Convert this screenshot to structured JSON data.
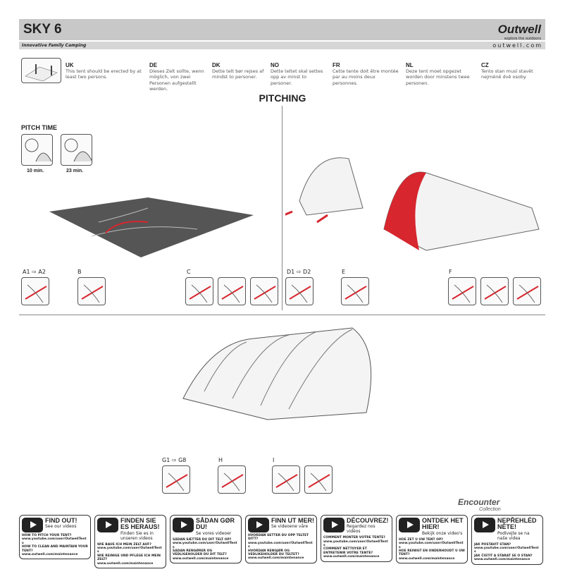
{
  "header": {
    "title": "SKY 6",
    "brand": "Outwell",
    "brand_tagline": "explore the outdoors",
    "subtitle": "Innovative Family Camping",
    "website": "outwell.com"
  },
  "languages": [
    {
      "code": "UK",
      "text": "This tent should be erected by at least two persons."
    },
    {
      "code": "DE",
      "text": "Dieses Zelt sollte, wenn möglich, von zwei Personen aufgestellt werden."
    },
    {
      "code": "DK",
      "text": "Dette telt bør rejses af mindst to personer."
    },
    {
      "code": "NO",
      "text": "Dette teltet skal settes opp av minst to personer."
    },
    {
      "code": "FR",
      "text": "Cette tente doit être montée par au moins deux personnes."
    },
    {
      "code": "NL",
      "text": "Deze tent moet opgezet worden door minstens twee personen."
    },
    {
      "code": "CZ",
      "text": "Tento stan musí stavět nejméně dvě osoby"
    }
  ],
  "pitching": {
    "title": "PITCHING",
    "pitch_time_label": "PITCH TIME",
    "times": [
      "10 min.",
      "23 min."
    ],
    "steps_left": [
      "A1 ⇨ A2",
      "B",
      "C"
    ],
    "steps_right": [
      "D1 ⇨ D2",
      "E",
      "F"
    ],
    "steps_bottom": [
      "G1 ⇨ G8",
      "H",
      "I"
    ]
  },
  "accent_color": "#d7262e",
  "collection": {
    "name": "Encounter",
    "sub": "Collection"
  },
  "videos": [
    {
      "title": "FIND OUT!",
      "sub": "See our videos",
      "q1": "HOW TO PITCH YOUR TENT?",
      "u1": "www.youtube.com/user/OutwellTents",
      "q2": "HOW TO CLEAN AND MAINTAIN YOUR TENT?",
      "u2": "www.outwell.com/maintenance"
    },
    {
      "title": "FINDEN SIE ES HERAUS!",
      "sub": "Finden Sie es in unseren videos",
      "q1": "WIE BAUE ICH MEIN ZELT AUF?",
      "u1": "www.youtube.com/user/OutwellTents",
      "q2": "WIE REINIGE UND PFLEGE ICH MEIN ZELT?",
      "u2": "www.outwell.com/maintenance"
    },
    {
      "title": "SÅDAN GØR DU!",
      "sub": "Se vores videoer",
      "q1": "SÅDAN SÆTTER DU DIT TELT OP?",
      "u1": "www.youtube.com/user/OutwellTents",
      "q2": "SÅDAN RENGØRER OG VEDLIGEHOLDER DU DIT TELT?",
      "u2": "www.outwell.com/maintenance"
    },
    {
      "title": "FINN UT MER!",
      "sub": "Se videoene våre",
      "q1": "HVORDAN SETTER DU OPP TELTET DITT?",
      "u1": "www.youtube.com/user/OutwellTents",
      "q2": "HVORDAN RENGJØR OG VEDLIKEHOLDER DU TELTET?",
      "u2": "www.outwell.com/maintenance"
    },
    {
      "title": "DÉCOUVREZ!",
      "sub": "Regardez nos vidéos",
      "q1": "COMMENT MONTER VOTRE TENTE?",
      "u1": "www.youtube.com/user/OutwellTents",
      "q2": "COMMENT NETTOYER ET ENTRETENIR VOTRE TENTE?",
      "u2": "www.outwell.com/maintenance"
    },
    {
      "title": "ONTDEK HET HIER!",
      "sub": "Bekijk onze video's",
      "q1": "HOE ZET U UW TENT OP?",
      "u1": "www.youtube.com/user/OutwellTents",
      "q2": "HOE REINIGT EN ONDERHOUDT U UW TENT?",
      "u2": "www.outwell.com/maintenance"
    },
    {
      "title": "NEPŘEHLÉDNĚTE!",
      "sub": "Podívejte se na naše videa",
      "q1": "JAK POSTAVIT STAN?",
      "u1": "www.youtube.com/user/OutwellTents",
      "q2": "JAK ČISTIT A STARAT SE O STAN?",
      "u2": "www.outwell.com/maintenance"
    }
  ]
}
